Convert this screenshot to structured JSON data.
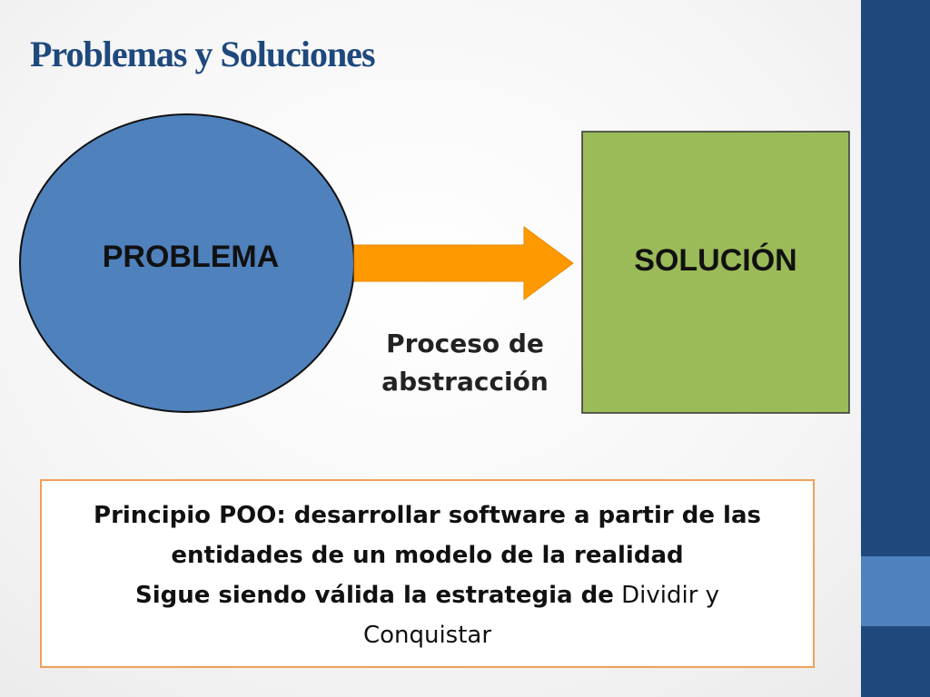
{
  "slide": {
    "title": "Problemas y Soluciones"
  },
  "diagram": {
    "problem_label": "PROBLEMA",
    "solution_label": "SOLUCIÓN",
    "process_line1": "Proceso de",
    "process_line2": "abstracción"
  },
  "principle": {
    "line1": "Principio POO: desarrollar software a partir de las",
    "line2": "entidades de un modelo de la realidad",
    "line3_bold": "Sigue siendo válida la estrategia de",
    "line3_regular": " Dividir y",
    "line4": "Conquistar"
  },
  "colors": {
    "title": "#1f497d",
    "sidebar": "#1f497d",
    "sidebar_accent": "#4f81bd",
    "problem_circle": "#4f81bd",
    "solution_box": "#9bbb59",
    "arrow": "#ff9900",
    "principle_border": "#f0a05a"
  }
}
